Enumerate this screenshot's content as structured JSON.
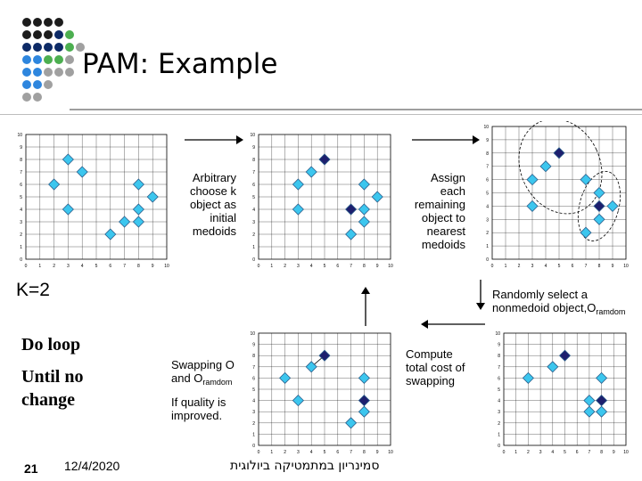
{
  "slide": {
    "title": "PAM: Example",
    "k_label": "K=2",
    "slide_number": "21",
    "date": "12/4/2020",
    "footer": "סמינריון במתמטיקה ביולוגית"
  },
  "captions": {
    "step1": "Arbitrary choose k object as initial medoids",
    "step2": "Assign each remaining object to nearest medoids",
    "step3_main": "Randomly select a nonmedoid object,O",
    "step3_sub": "ramdom",
    "step4": "Compute total cost of swapping",
    "step5_main": "Swapping O and O",
    "step5_sub": "ramdom",
    "step6": "If quality is improved.",
    "loop_do": "Do loop",
    "loop_until": "Until no change"
  },
  "colors": {
    "point": "#3cc6ee",
    "medoid": "#1d1f6e",
    "dot_palette": [
      "#1c1c1c",
      "#0d2a66",
      "#2e86de",
      "#4caf50",
      "#a0a0a0"
    ]
  },
  "chart_data": [
    {
      "type": "scatter",
      "xlim": [
        0,
        10
      ],
      "ylim": [
        0,
        10
      ],
      "ticks": [
        "0",
        "1",
        "2",
        "3",
        "4",
        "5",
        "6",
        "7",
        "8",
        "9",
        "10"
      ],
      "points": [
        [
          3,
          8
        ],
        [
          4,
          7
        ],
        [
          2,
          6
        ],
        [
          8,
          6
        ],
        [
          9,
          5
        ],
        [
          3,
          4
        ],
        [
          8,
          4
        ],
        [
          7,
          3
        ],
        [
          8,
          3
        ],
        [
          6,
          2
        ]
      ],
      "medoids": []
    },
    {
      "type": "scatter",
      "xlim": [
        0,
        10
      ],
      "ylim": [
        0,
        10
      ],
      "ticks": [
        "0",
        "1",
        "2",
        "3",
        "4",
        "5",
        "6",
        "7",
        "8",
        "9",
        "10"
      ],
      "points": [
        [
          3,
          6
        ],
        [
          4,
          7
        ],
        [
          8,
          6
        ],
        [
          9,
          5
        ],
        [
          3,
          4
        ],
        [
          8,
          4
        ],
        [
          8,
          3
        ],
        [
          7,
          2
        ]
      ],
      "medoids": [
        [
          5,
          8
        ],
        [
          7,
          4
        ]
      ]
    },
    {
      "type": "scatter",
      "xlim": [
        0,
        10
      ],
      "ylim": [
        0,
        10
      ],
      "ticks": [
        "0",
        "1",
        "2",
        "3",
        "4",
        "5",
        "6",
        "7",
        "8",
        "9",
        "10"
      ],
      "points": [
        [
          3,
          6
        ],
        [
          4,
          7
        ],
        [
          7,
          6
        ],
        [
          8,
          5
        ],
        [
          3,
          4
        ],
        [
          9,
          4
        ],
        [
          8,
          3
        ],
        [
          7,
          2
        ]
      ],
      "medoids": [
        [
          5,
          8
        ],
        [
          8,
          4
        ]
      ],
      "annotations": [
        "cluster ellipses"
      ]
    },
    {
      "type": "scatter",
      "xlim": [
        0,
        10
      ],
      "ylim": [
        0,
        10
      ],
      "ticks": [
        "0",
        "1",
        "2",
        "3",
        "4",
        "5",
        "6",
        "7",
        "8",
        "9",
        "10"
      ],
      "points": [
        [
          4,
          7
        ],
        [
          2,
          6
        ],
        [
          8,
          6
        ],
        [
          3,
          4
        ],
        [
          8,
          3
        ],
        [
          7,
          2
        ]
      ],
      "medoids": [
        [
          5,
          8
        ],
        [
          8,
          4
        ]
      ]
    },
    {
      "type": "scatter",
      "xlim": [
        0,
        10
      ],
      "ylim": [
        0,
        10
      ],
      "ticks": [
        "0",
        "1",
        "2",
        "3",
        "4",
        "5",
        "6",
        "7",
        "8",
        "9",
        "10"
      ],
      "points": [
        [
          2,
          6
        ],
        [
          4,
          7
        ],
        [
          8,
          6
        ],
        [
          7,
          4
        ],
        [
          8,
          3
        ],
        [
          7,
          3
        ]
      ],
      "medoids": [
        [
          5,
          8
        ],
        [
          8,
          4
        ]
      ]
    }
  ]
}
